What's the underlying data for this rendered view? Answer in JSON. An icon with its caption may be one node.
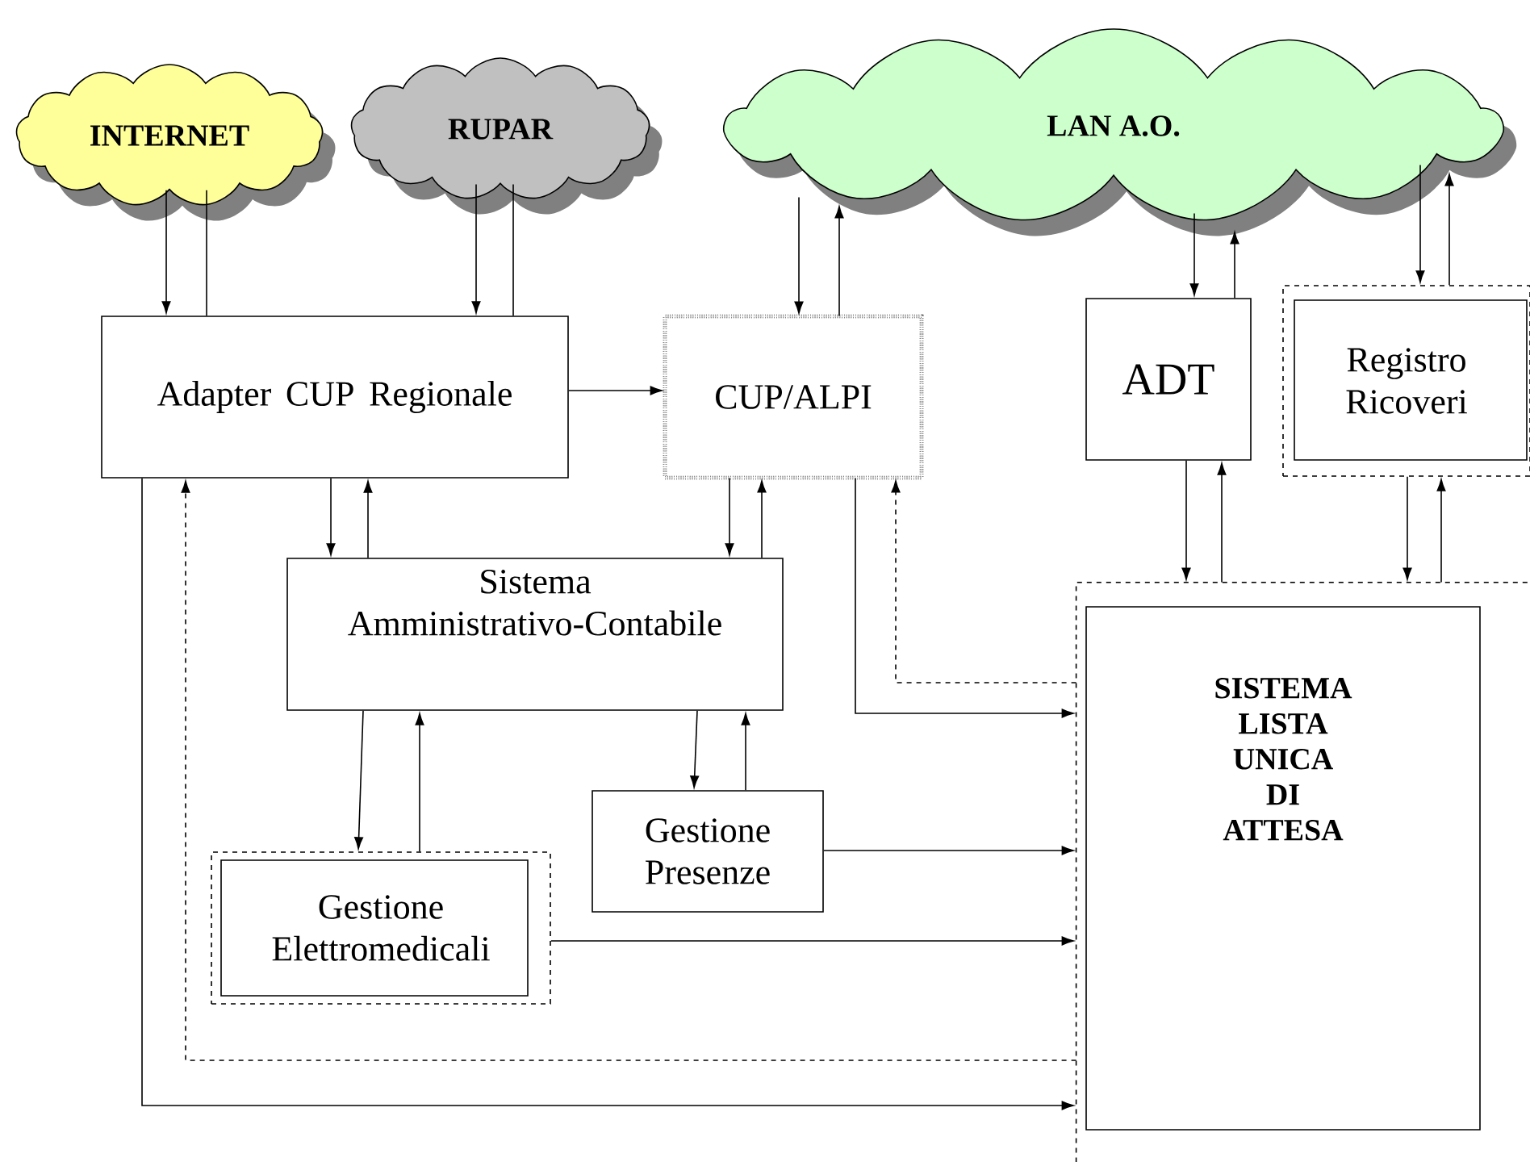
{
  "diagram": {
    "nodes": [
      {
        "text": [
          "INTERNET"
        ]
      },
      {
        "text": [
          "RUPAR"
        ]
      },
      {
        "text": [
          "LAN A.O."
        ]
      },
      {
        "text": [
          "Adapter CUP Regionale"
        ]
      },
      {
        "text": [
          "CUP/ALPI"
        ]
      },
      {
        "text": [
          "ADT"
        ]
      },
      {
        "text": [
          "Registro Ricoveri"
        ]
      },
      {
        "text": [
          "Sistema Amministrativo-Contabile"
        ]
      },
      {
        "text": [
          "Gestione Presenze"
        ]
      },
      {
        "text": [
          "Gestione Elettromedicali"
        ]
      },
      {
        "text": [
          "SISTEMA LISTA UNICA DI ATTESA"
        ]
      }
    ],
    "edges": [
      {
        "from": 0,
        "to": 3,
        "arrow": "to"
      },
      {
        "from": 3,
        "to": 0,
        "arrow": "none"
      },
      {
        "from": 1,
        "to": 3,
        "arrow": "to"
      },
      {
        "from": 3,
        "to": 1,
        "arrow": "none"
      },
      {
        "from": 2,
        "to": 4,
        "arrow": "to"
      },
      {
        "from": 4,
        "to": 2,
        "arrow": "to"
      },
      {
        "from": 2,
        "to": 5,
        "arrow": "to"
      },
      {
        "from": 5,
        "to": 2,
        "arrow": "to"
      },
      {
        "from": 2,
        "to": 6,
        "arrow": "to"
      },
      {
        "from": 6,
        "to": 2,
        "arrow": "to"
      },
      {
        "from": 3,
        "to": 4,
        "arrow": "to"
      },
      {
        "from": 3,
        "to": 7,
        "arrow": "to"
      },
      {
        "from": 7,
        "to": 3,
        "arrow": "to"
      },
      {
        "from": 4,
        "to": 7,
        "arrow": "to"
      },
      {
        "from": 7,
        "to": 4,
        "arrow": "to"
      },
      {
        "from": 5,
        "to": 10,
        "arrow": "to"
      },
      {
        "from": 10,
        "to": 5,
        "arrow": "to"
      },
      {
        "from": 6,
        "to": 10,
        "arrow": "to"
      },
      {
        "from": 10,
        "to": 6,
        "arrow": "to"
      },
      {
        "from": 7,
        "to": 9,
        "arrow": "to"
      },
      {
        "from": 9,
        "to": 7,
        "arrow": "to"
      },
      {
        "from": 7,
        "to": 8,
        "arrow": "to"
      },
      {
        "from": 8,
        "to": 7,
        "arrow": "to"
      },
      {
        "from": 8,
        "to": 10,
        "arrow": "to"
      },
      {
        "from": 9,
        "to": 10,
        "arrow": "to"
      },
      {
        "from": 3,
        "to": 10,
        "arrow": "to"
      },
      {
        "from": 10,
        "to": 3,
        "arrow": "to",
        "style": "dashed"
      },
      {
        "from": 4,
        "to": 10,
        "arrow": "to"
      },
      {
        "from": 10,
        "to": 4,
        "arrow": "to",
        "style": "dashed"
      }
    ]
  }
}
